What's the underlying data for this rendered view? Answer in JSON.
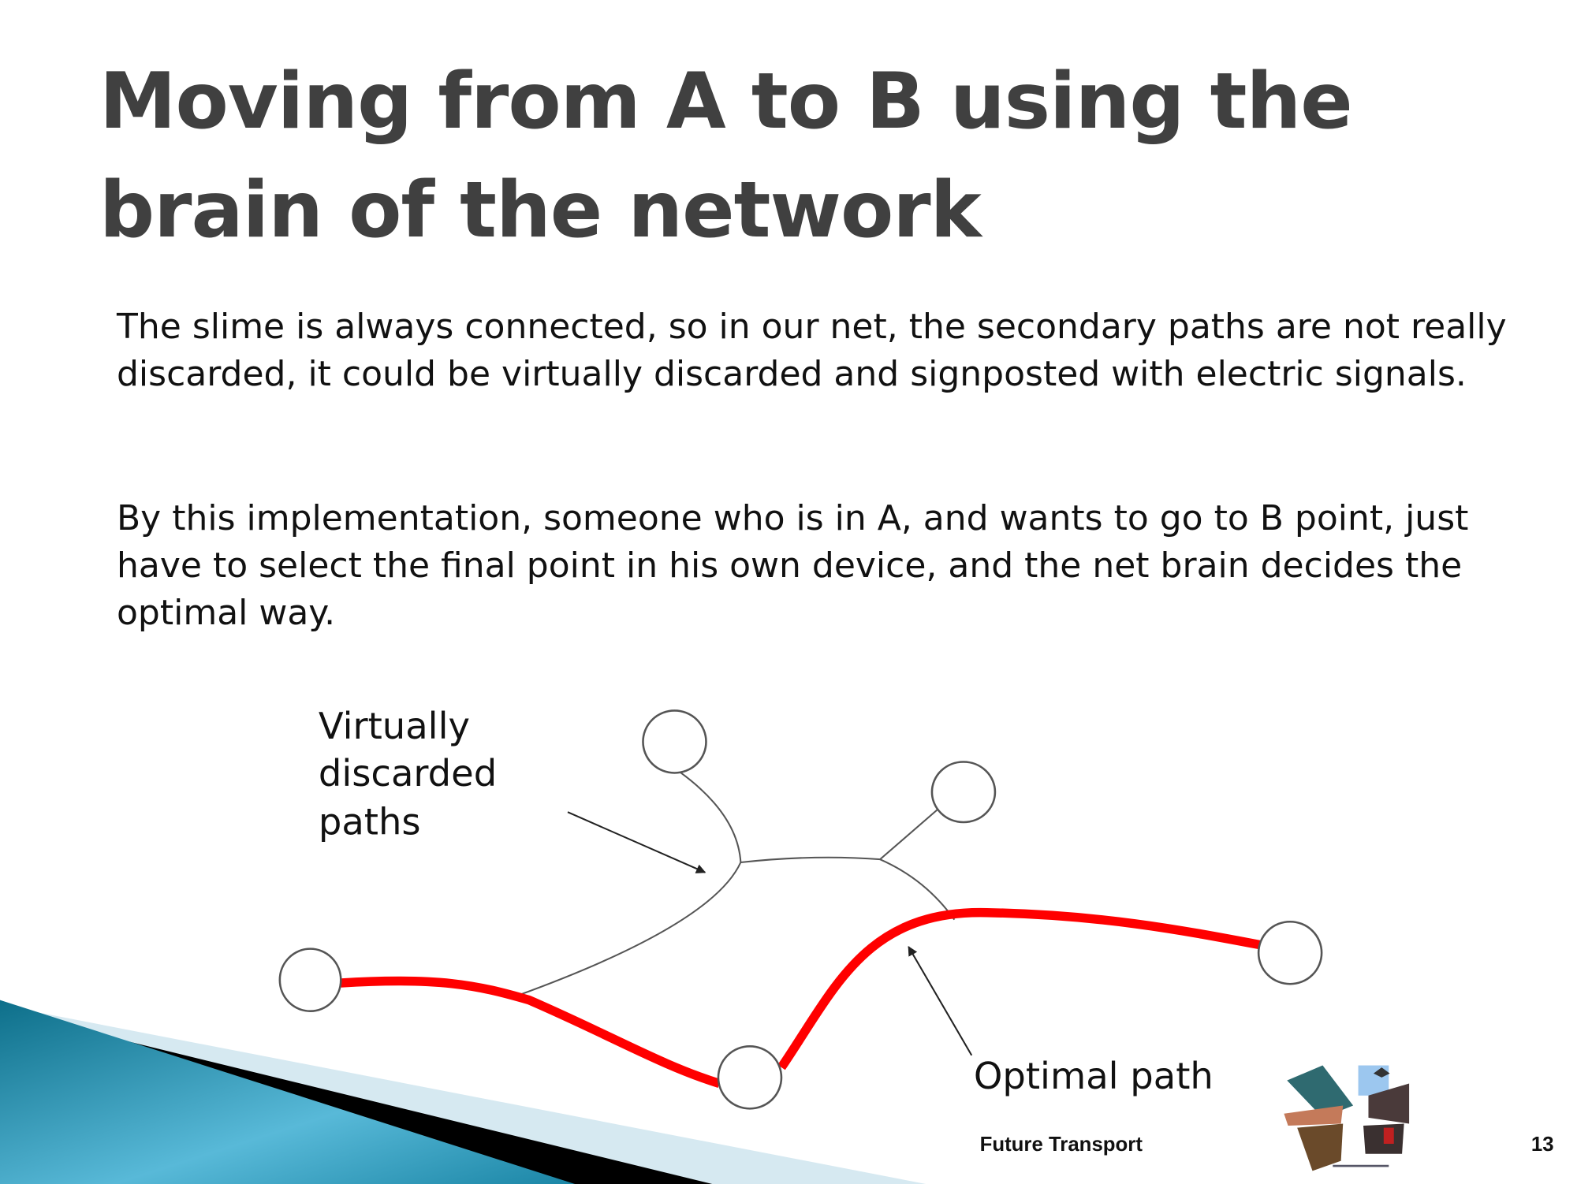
{
  "slide": {
    "title_line1": "Moving from A to B using the",
    "title_line2": "brain of the network",
    "paragraphs": [
      "The slime is always connected, so in our net, the secondary paths are not really discarded, it could be virtually discarded and signposted with electric signals.",
      "By this implementation, someone who is in A, and wants to go to B point, just have to select the final point in his own device, and the net brain decides the optimal way."
    ],
    "diagram": {
      "label_discarded": [
        "Virtually",
        "discarded",
        "paths"
      ],
      "label_optimal": "Optimal path",
      "optimal_color": "#ff0000"
    },
    "footer": {
      "text": "Future Transport",
      "page_number": "13"
    }
  }
}
